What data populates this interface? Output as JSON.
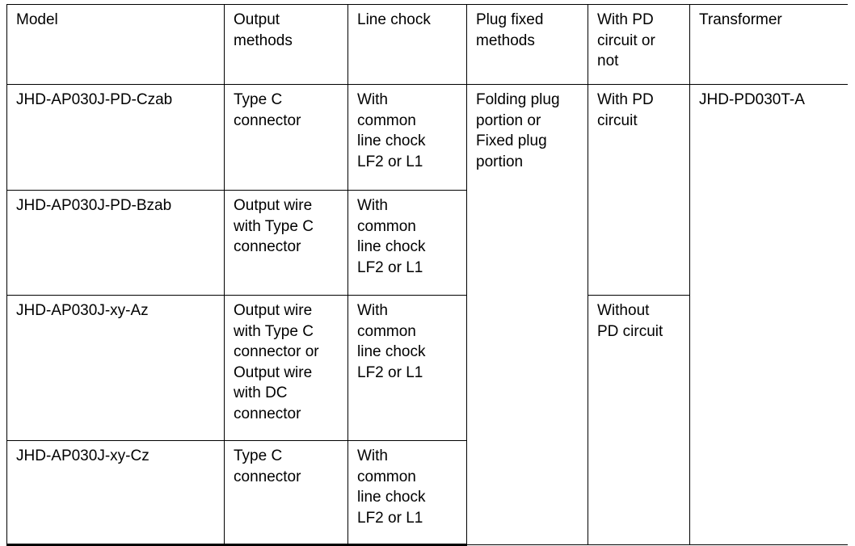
{
  "table": {
    "columns": [
      {
        "key": "model",
        "label": "Model"
      },
      {
        "key": "output",
        "label": "Output\nmethods"
      },
      {
        "key": "chock",
        "label": "Line chock"
      },
      {
        "key": "plug",
        "label": "Plug fixed\nmethods"
      },
      {
        "key": "pd",
        "label": "With PD\ncircuit or\nnot"
      },
      {
        "key": "transformer",
        "label": "Transformer"
      }
    ],
    "rows": [
      {
        "model": "JHD-AP030J-PD-Czab",
        "output": "Type C\nconnector",
        "chock": "With\ncommon\nline chock\nLF2 or L1"
      },
      {
        "model": "JHD-AP030J-PD-Bzab",
        "output": "Output wire\nwith Type C\nconnector",
        "chock": "With\ncommon\nline chock\nLF2 or L1"
      },
      {
        "model": "JHD-AP030J-xy-Az",
        "output": "Output wire\nwith Type C\nconnector or\nOutput wire\nwith DC\nconnector",
        "chock": "With\ncommon\nline chock\nLF2 or L1"
      },
      {
        "model": "JHD-AP030J-xy-Cz",
        "output": "Type C\nconnector",
        "chock": "With\ncommon\nline chock\nLF2 or L1"
      }
    ],
    "merged": {
      "plug_fixed_methods": "Folding plug\nportion or\nFixed plug\nportion",
      "pd_circuit_rows_1_2": "With PD\ncircuit",
      "pd_circuit_rows_3_4": "Without\nPD circuit",
      "transformer_all_rows": "JHD-PD030T-A"
    }
  },
  "colors": {
    "border": "#000000",
    "text": "#000000",
    "background": "#ffffff"
  }
}
